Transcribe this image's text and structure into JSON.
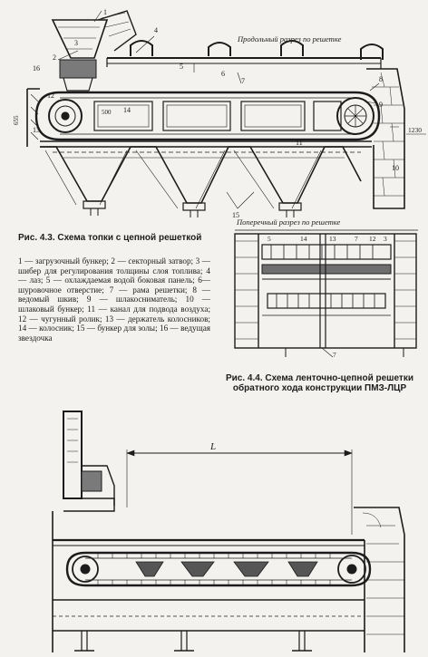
{
  "fig43": {
    "section_label": "Продольный разрез по решетке",
    "callouts": [
      "1",
      "2",
      "3",
      "4",
      "5",
      "6",
      "7",
      "8",
      "9",
      "10",
      "11",
      "12",
      "13",
      "14",
      "15",
      "16"
    ],
    "dims": {
      "left": "655",
      "right": "1230",
      "inner": "500"
    },
    "caption": "Рис. 4.3. Схема топки с цепной решеткой",
    "legend": "1 — загрузочный бункер; 2 — секторный затвор; 3 — шибер для регулирования толщины слоя топлива; 4 — лаз; 5 — охлаждаемая водой боковая панель; 6—шуровочное отверстие; 7 — рама решетки; 8 — ведомый шкив; 9 — шлакосниматель; 10 — шлаковый бункер; 11 — канал для подвода воздуха; 12 — чугунный ролик; 13 — держатель колосников; 14 — колосник; 15 — бункер для золы; 16 — ведущая звездочка"
  },
  "cross_section": {
    "label": "Поперечный разрез по решетке",
    "callouts": [
      "5",
      "14",
      "13",
      "7",
      "12",
      "3",
      "7"
    ]
  },
  "fig44": {
    "caption": "Рис. 4.4. Схема ленточно-цепной решетки обратного хода конструкции ПМЗ-ЛЦР",
    "dim_label": "L"
  }
}
